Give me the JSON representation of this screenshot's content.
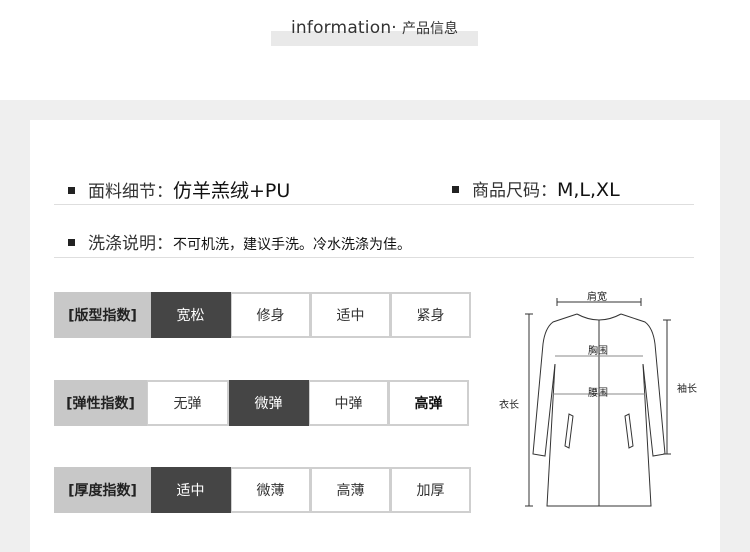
{
  "header": {
    "title_en": "information·",
    "title_cn": "产品信息"
  },
  "info": {
    "fabric_label": "面料细节：",
    "fabric_value": "仿羊羔绒+PU",
    "size_label": "商品尺码：",
    "size_value": "M,L,XL",
    "wash_label": "洗涤说明：",
    "wash_value": "不可机洗，建议手洗。冷水洗涤为佳。"
  },
  "scales": [
    {
      "label": "[版型指数]",
      "options": [
        "宽松",
        "修身",
        "适中",
        "紧身"
      ],
      "selected": 0
    },
    {
      "label": "[弹性指数]",
      "options": [
        "无弹",
        "微弹",
        "中弹",
        "高弹"
      ],
      "selected": 1
    },
    {
      "label": "[厚度指数]",
      "options": [
        "适中",
        "微薄",
        "高薄",
        "加厚"
      ],
      "selected": 0
    }
  ],
  "diagram": {
    "shoulder": "肩宽",
    "chest": "胸围",
    "waist": "腰围",
    "length": "衣长",
    "sleeve": "袖长"
  },
  "colors": {
    "selected_bg": "#454545",
    "label_bg": "#c8c8c8",
    "band_bg": "#efefef"
  }
}
